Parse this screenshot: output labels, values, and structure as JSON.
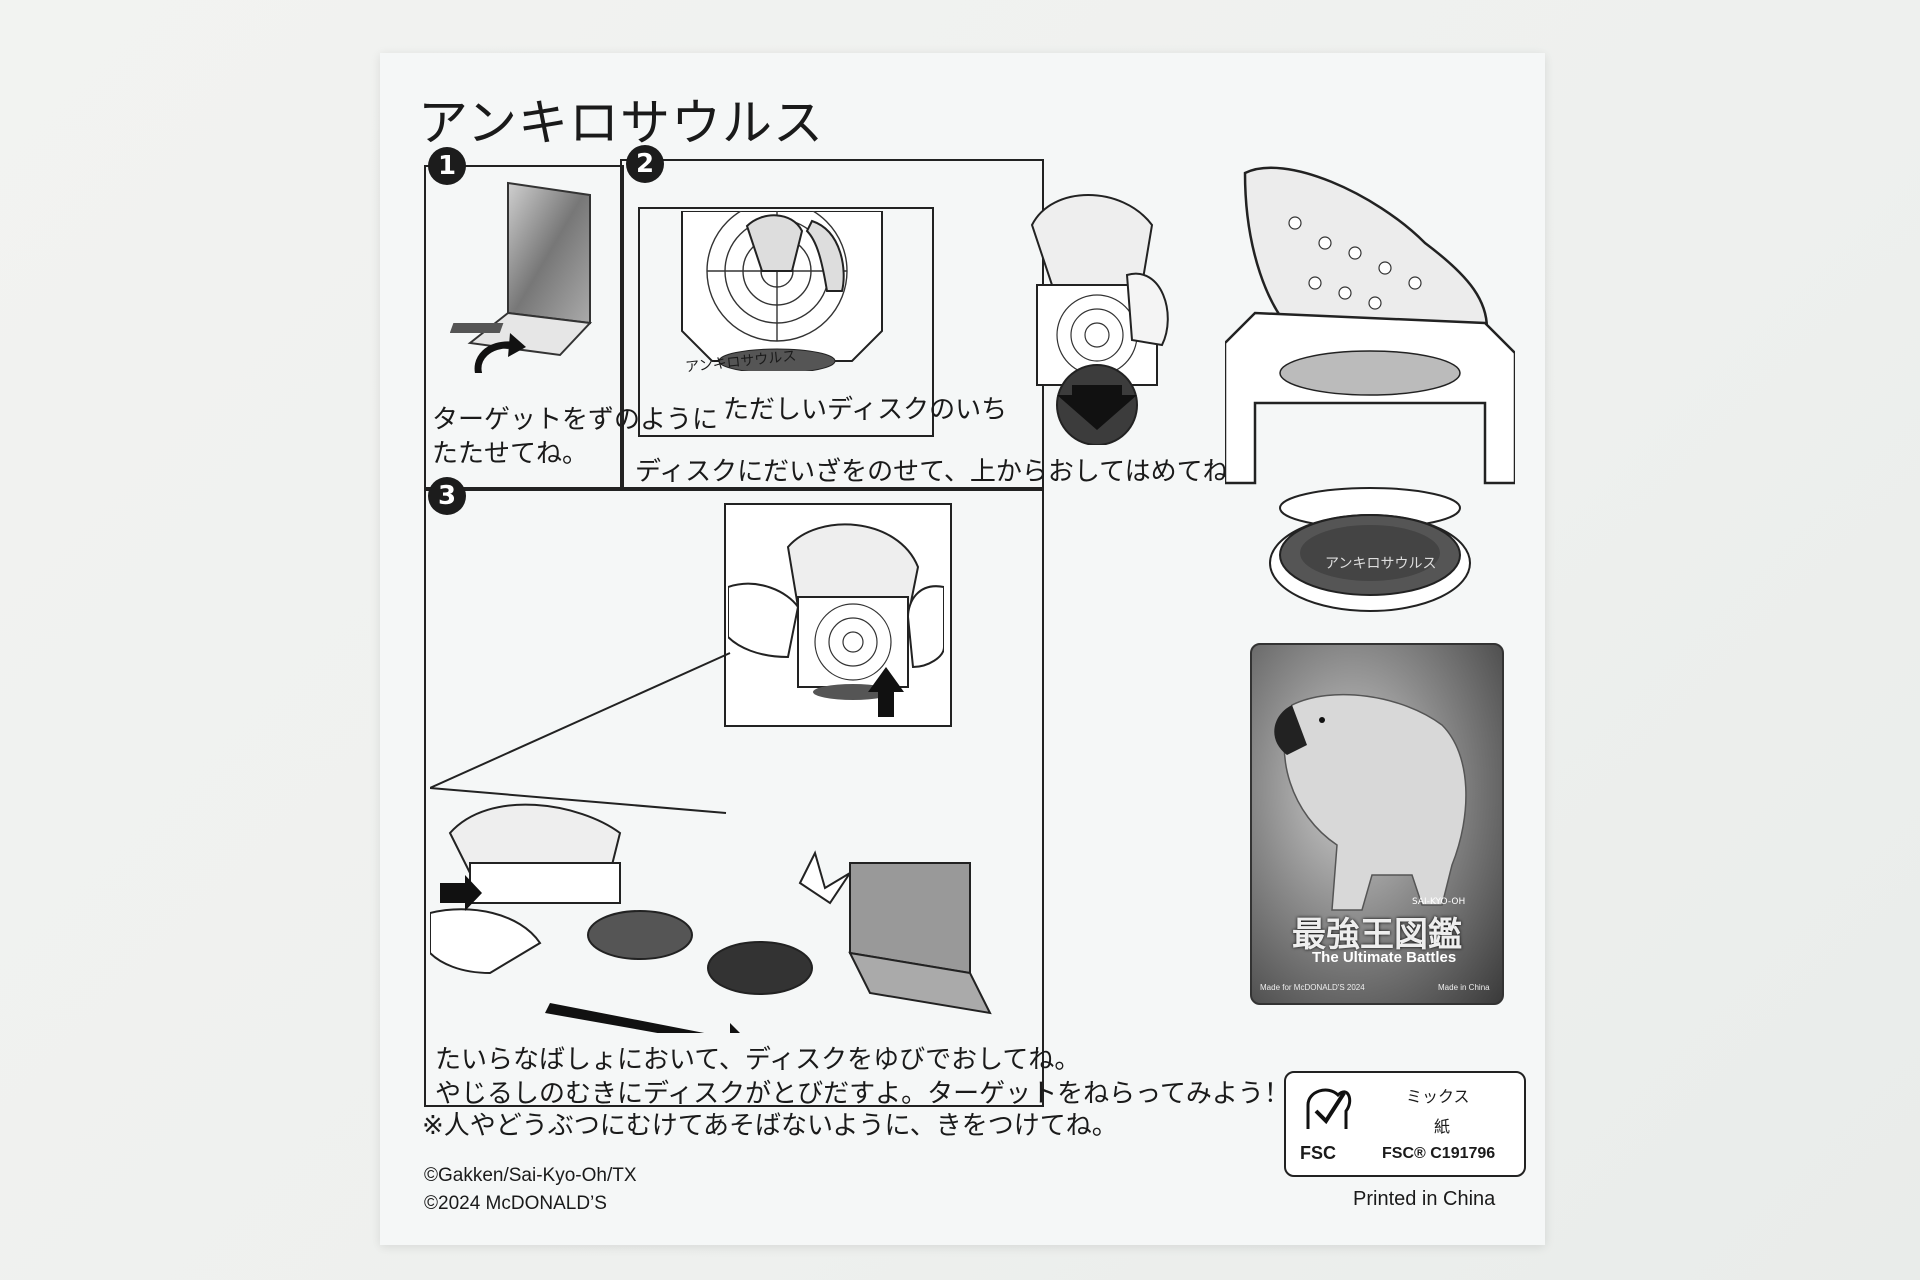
{
  "title": "アンキロサウルス",
  "steps": {
    "step1": {
      "number": "1",
      "caption_line1": "ターゲットをずのように",
      "caption_line2": "たたせてね。"
    },
    "step2": {
      "number": "2",
      "inset_caption": "ただしいディスクのいち",
      "caption": "ディスクにだいざをのせて、上からおしてはめてね。"
    },
    "step3": {
      "number": "3",
      "caption_line1": "たいらなばしょにおいて、ディスクをゆびでおしてね。",
      "caption_line2": "やじるしのむきにディスクがとびだすよ。ターゲットをねらってみよう！"
    }
  },
  "illustration_labels": {
    "base_label": "アンキロサウルス",
    "disc_label": "アンキロサウルス"
  },
  "warning": "※人やどうぶつにむけてあそばないように、きをつけてね。",
  "copyright_line1": "©Gakken/Sai-Kyo-Oh/TX",
  "copyright_line2": "©2024 McDONALD’S",
  "card": {
    "brand_small": "SAI-KYO-OH",
    "brand_large": "最強王図鑑",
    "subtitle": "The Ultimate Battles",
    "footer_left": "Made for McDONALD'S 2024",
    "footer_right": "Made in China"
  },
  "fsc": {
    "logo_text": "FSC",
    "label_ja_1": "ミックス",
    "label_ja_2": "紙",
    "code": "FSC® C191796"
  },
  "printed_in": "Printed in China"
}
